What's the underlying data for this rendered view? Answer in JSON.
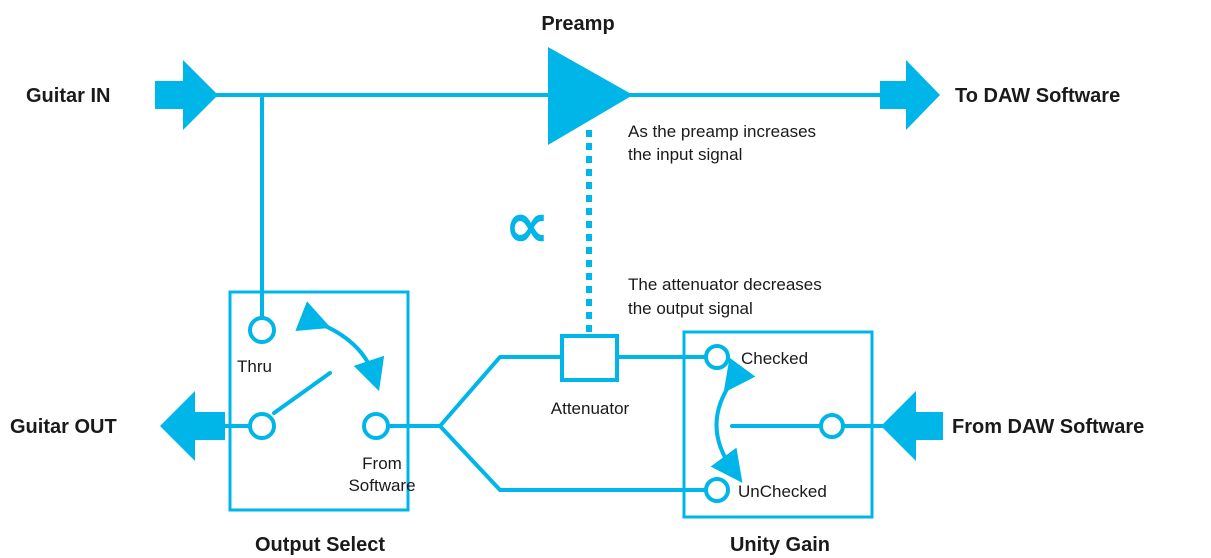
{
  "colors": {
    "accent": "#00b5e8",
    "text": "#1a1a1a",
    "background": "#ffffff"
  },
  "labels": {
    "preamp": "Preamp",
    "guitar_in": "Guitar IN",
    "to_daw": "To DAW Software",
    "guitar_out": "Guitar OUT",
    "from_daw": "From DAW Software",
    "output_select": "Output Select",
    "unity_gain": "Unity Gain",
    "thru": "Thru",
    "from_software_line1": "From",
    "from_software_line2": "Software",
    "attenuator": "Attenuator",
    "checked": "Checked",
    "unchecked": "UnChecked",
    "preamp_note_line1": "As the preamp increases",
    "preamp_note_line2": "the input signal",
    "attenuator_note_line1": "The attenuator decreases",
    "attenuator_note_line2": "the output signal",
    "proportional_symbol": "∝"
  },
  "icons": {
    "input_arrow": "arrow-right-icon",
    "output_arrow": "arrow-left-icon",
    "preamp": "amplifier-triangle-icon",
    "attenuator": "square-block-icon",
    "proportional": "proportional-symbol-icon"
  }
}
